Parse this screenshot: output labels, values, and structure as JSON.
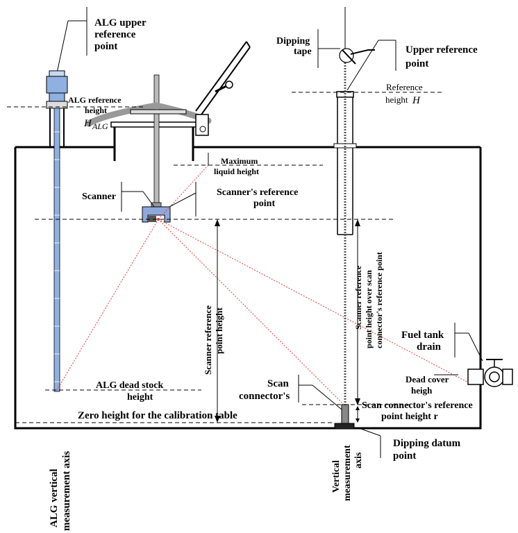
{
  "labels": {
    "alg_upper_1": "ALG upper",
    "alg_upper_2": "reference",
    "alg_upper_3": "point",
    "alg_ref_height_1": "ALG reference",
    "alg_ref_height_2": "height",
    "alg_h_main": "H",
    "alg_h_sub": "ALG",
    "dipping_tape_1": "Dipping",
    "dipping_tape_2": "tape",
    "upper_ref_1": "Upper reference",
    "upper_ref_2": "point",
    "reference_height_1": "Reference",
    "reference_height_2": "height",
    "reference_height_h": "H",
    "max_liquid_1": "Maximum",
    "max_liquid_2": "liquid height",
    "scanner": "Scanner",
    "scanner_ref_point_1": "Scanner's reference",
    "scanner_ref_point_2": "point",
    "scanner_ref_height_1": "Scanner reference",
    "scanner_ref_height_2": "point height",
    "scanner_ref_over_1": "Scanner reference",
    "scanner_ref_over_2": "point height over scan",
    "scanner_ref_over_3": "connector's reference point",
    "fuel_drain_1": "Fuel tank",
    "fuel_drain_2": "drain",
    "dead_cover_1": "Dead cover",
    "dead_cover_2": "heigh",
    "scan_connector_1": "Scan",
    "scan_connector_2": "connector's",
    "scan_conn_ref_1": "Scan connector's reference",
    "scan_conn_ref_2": "point height r",
    "alg_dead_1": "ALG dead stock",
    "alg_dead_2": "height",
    "zero_height": "Zero height for the calibration table",
    "dipping_datum_1": "Dipping datum",
    "dipping_datum_2": "point",
    "alg_axis_1": "ALG vertical",
    "alg_axis_2": "measurement axis",
    "vert_axis_1": "Vertical",
    "vert_axis_2": "measurement",
    "vert_axis_3": "axis"
  },
  "colors": {
    "laser": "#e53935",
    "scanner_body": "#8fa8dc",
    "float_arm": "#b0b0b0",
    "gauge": "#8fb0e0",
    "outline": "#000000"
  }
}
